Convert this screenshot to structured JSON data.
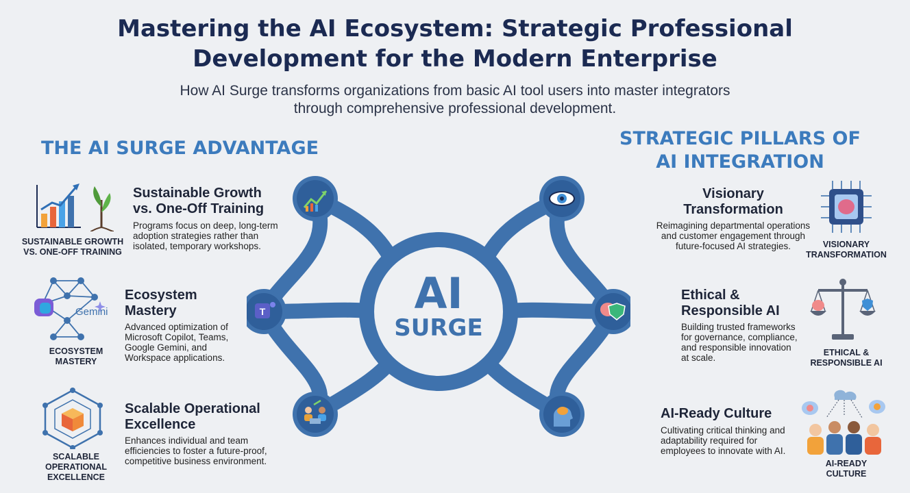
{
  "header": {
    "title_line1": "Mastering the AI Ecosystem: Strategic Professional",
    "title_line2": "Development for the Modern Enterprise",
    "subtitle_line1": "How AI Surge transforms organizations from basic AI tool users into master integrators",
    "subtitle_line2": "through comprehensive professional development."
  },
  "left_section": {
    "heading": "THE AI SURGE ADVANTAGE",
    "items": [
      {
        "title_line1": "Sustainable Growth",
        "title_line2": "vs. One-Off Training",
        "desc_line1": "Programs focus on deep, long-term",
        "desc_line2": "adoption strategies rather than",
        "desc_line3": "isolated, temporary workshops.",
        "icon_label_line1": "SUSTAINABLE GROWTH",
        "icon_label_line2": "VS. ONE-OFF TRAINING"
      },
      {
        "title_line1": "Ecosystem",
        "title_line2": "Mastery",
        "desc_line1": "Advanced optimization of",
        "desc_line2": "Microsoft Copilot, Teams,",
        "desc_line3": "Google Gemini, and",
        "desc_line4": "Workspace applications.",
        "icon_label_line1": "ECOSYSTEM",
        "icon_label_line2": "MASTERY",
        "icon_text": "Gemini"
      },
      {
        "title_line1": "Scalable Operational",
        "title_line2": "Excellence",
        "desc_line1": "Enhances individual and team",
        "desc_line2": "efficiencies to foster a future-proof,",
        "desc_line3": "competitive business environment.",
        "icon_label_line1": "SCALABLE",
        "icon_label_line2": "OPERATIONAL",
        "icon_label_line3": "EXCELLENCE"
      }
    ]
  },
  "right_section": {
    "heading_line1": "STRATEGIC PILLARS OF",
    "heading_line2": "AI INTEGRATION",
    "items": [
      {
        "title_line1": "Visionary",
        "title_line2": "Transformation",
        "desc_line1": "Reimagining departmental operations",
        "desc_line2": "and customer engagement through",
        "desc_line3": "future-focused AI strategies.",
        "icon_label_line1": "VISIONARY",
        "icon_label_line2": "TRANSFORMATION"
      },
      {
        "title_line1": "Ethical &",
        "title_line2": "Responsible AI",
        "desc_line1": "Building trusted frameworks",
        "desc_line2": "for governance, compliance,",
        "desc_line3": "and responsible innovation",
        "desc_line4": "at scale.",
        "icon_label_line1": "ETHICAL &",
        "icon_label_line2": "RESPONSIBLE AI"
      },
      {
        "title_line1": "AI-Ready Culture",
        "desc_line1": "Cultivating critical thinking and",
        "desc_line2": "adaptability required for",
        "desc_line3": "employees to innovate with AI.",
        "icon_label_line1": "AI-READY",
        "icon_label_line2": "CULTURE"
      }
    ]
  },
  "hub": {
    "label_line1": "AI",
    "label_line2": "SURGE",
    "teams_letter": "T"
  },
  "colors": {
    "hub_blue": "#3f72ad",
    "heading_blue": "#3c7bbd",
    "title_navy": "#1b2a52",
    "background": "#eef0f3"
  }
}
